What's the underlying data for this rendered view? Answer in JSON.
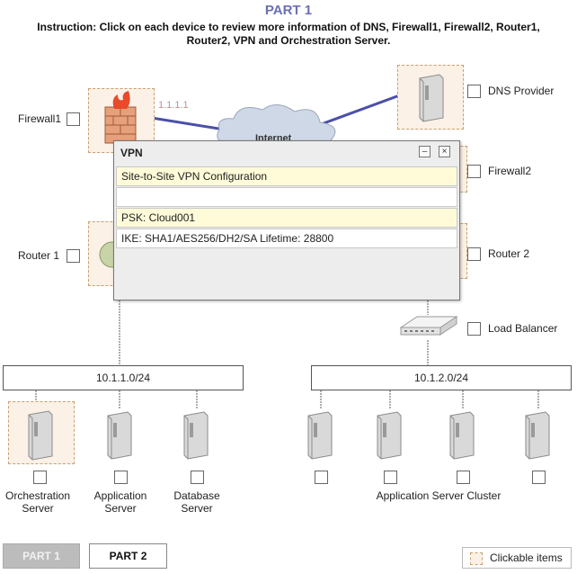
{
  "header": {
    "part_title": "PART 1",
    "instruction": "Instruction: Click on each device to review more information of DNS, Firewall1, Firewall2, Router1, Router2, VPN and Orchestration Server."
  },
  "devices": {
    "firewall1": "Firewall1",
    "firewall2": "Firewall2",
    "dns": "DNS Provider",
    "router1": "Router 1",
    "router2": "Router 2",
    "load_balancer": "Load Balancer",
    "ip_label": "1.1.1.1",
    "internet": "Internet"
  },
  "subnets": {
    "left": "10.1.1.0/24",
    "right": "10.1.2.0/24"
  },
  "servers": {
    "orchestration": "Orchestration Server",
    "application": "Application Server",
    "database": "Database Server",
    "cluster": "Application Server Cluster"
  },
  "dialog": {
    "title": "VPN",
    "minimize": "–",
    "close": "×",
    "rows": [
      "Site-to-Site VPN Configuration",
      "",
      "PSK: Cloud001",
      "IKE: SHA1/AES256/DH2/SA Lifetime: 28800"
    ]
  },
  "footer": {
    "part1": "PART 1",
    "part2": "PART 2",
    "legend": "Clickable items"
  }
}
